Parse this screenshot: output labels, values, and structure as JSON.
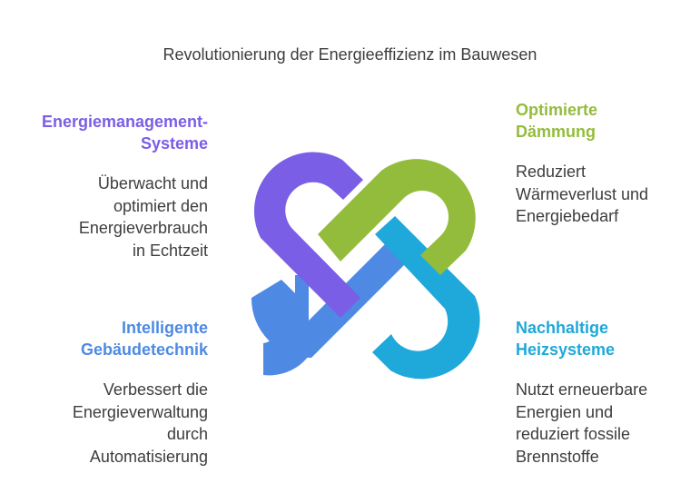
{
  "title": "Revolutionierung der Energieeffizienz im Bauwesen",
  "colors": {
    "purple": "#7b5ee6",
    "green": "#94bc3c",
    "blue": "#4e89e4",
    "cyan": "#1fa8da"
  },
  "items": [
    {
      "heading": "Energiemanagement-\nSysteme",
      "description": "Überwacht und\noptimiert den\nEnergieverbrauch\nin Echtzeit",
      "color": "#7b5ee6"
    },
    {
      "heading": "Optimierte\nDämmung",
      "description": "Reduziert\nWärmeverlust und\nEnergiebedarf",
      "color": "#94bc3c"
    },
    {
      "heading": "Intelligente\nGebäudetechnik",
      "description": "Verbessert die\nEnergieverwaltung\ndurch\nAutomatisierung",
      "color": "#4e89e4"
    },
    {
      "heading": "Nachhaltige\nHeizsysteme",
      "description": "Nutzt erneuerbare\nEnergien und\nreduziert fossile\nBrennstoffe",
      "color": "#1fa8da"
    }
  ]
}
